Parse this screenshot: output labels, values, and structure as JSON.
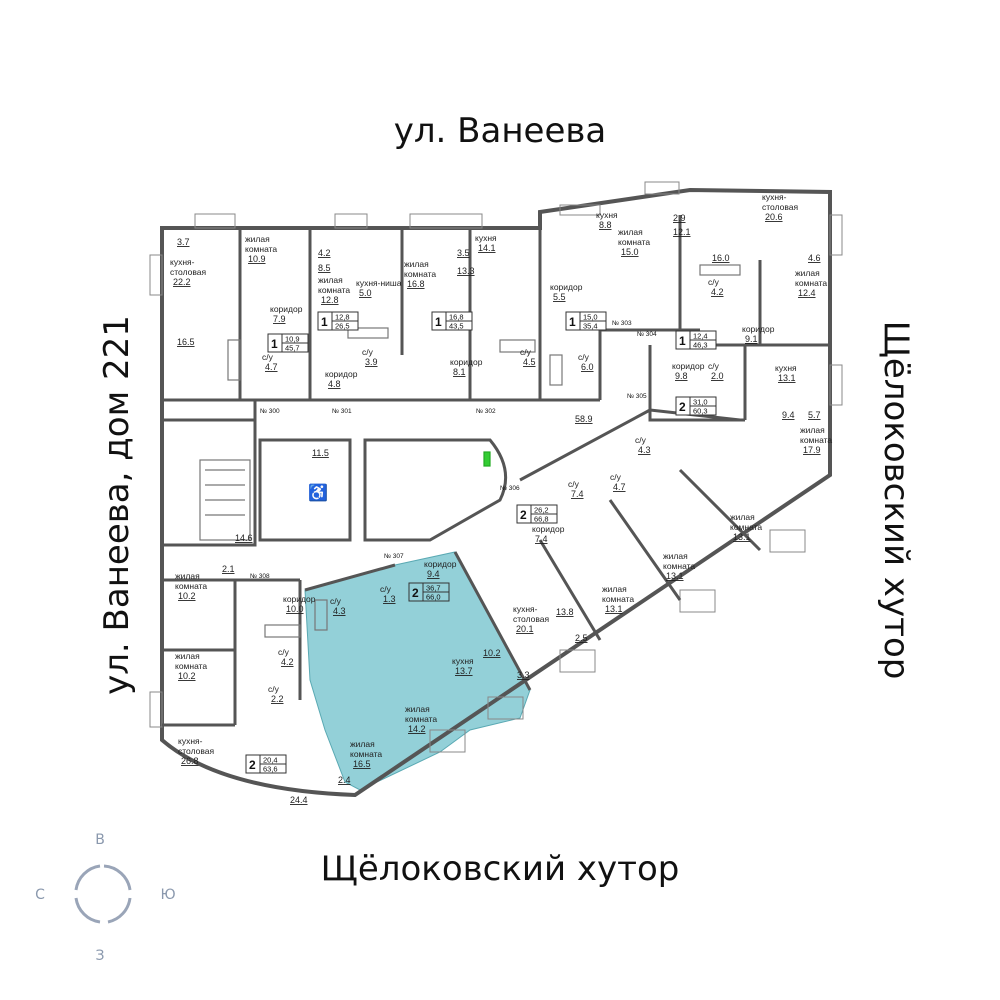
{
  "streets": {
    "north": "ул. Ванеева",
    "west": "ул. Ванеева, дом 221",
    "east": "Щёлоковский хутор",
    "south": "Щёлоковский хутор"
  },
  "compass": {
    "north": "С",
    "east": "В",
    "south": "Ю",
    "west": "З",
    "top": "В",
    "right": "Ю",
    "bottom": "З",
    "left": "С"
  },
  "colors": {
    "highlight": "#93d0d8",
    "walls": "#555555"
  },
  "common": {
    "hall_area": "58.9",
    "lobby_area": "11.5",
    "stair_area": "14.6",
    "vest_area": "2.1"
  },
  "apartment_numbers": [
    "№ 300",
    "№ 301",
    "№ 302",
    "№ 303",
    "№ 304",
    "№ 305",
    "№ 306",
    "№ 307",
    "№ 308"
  ],
  "apartments": [
    {
      "rooms": "1",
      "living": "10,9",
      "total": "45,7",
      "labels": [
        [
          "",
          "3.7"
        ],
        [
          "кухня-\nстоловая",
          "22.2"
        ],
        [
          "",
          "16.5"
        ],
        [
          "жилая\nкомната",
          "10.9"
        ],
        [
          "коридор",
          "7.9"
        ],
        [
          "с/у",
          "4.7"
        ]
      ]
    },
    {
      "rooms": "1",
      "living": "12,8",
      "total": "26,5",
      "labels": [
        [
          "",
          "4.2"
        ],
        [
          "",
          "8.5"
        ],
        [
          "жилая\nкомната",
          "12.8"
        ],
        [
          "кухня-ниша",
          "5.0"
        ],
        [
          "с/у",
          "3.9"
        ],
        [
          "коридор",
          "4.8"
        ]
      ]
    },
    {
      "rooms": "1",
      "living": "16,8",
      "total": "43,5",
      "labels": [
        [
          "",
          "3.5"
        ],
        [
          "",
          "13.3"
        ],
        [
          "жилая\nкомната",
          "16.8"
        ],
        [
          "кухня",
          "14.1"
        ],
        [
          "коридор",
          "8.1"
        ],
        [
          "с/у",
          "4.5"
        ]
      ]
    },
    {
      "rooms": "1",
      "living": "15,0",
      "total": "35,4",
      "labels": [
        [
          "кухня",
          "8.8"
        ],
        [
          "жилая\nкомната",
          "15.0"
        ],
        [
          "",
          "2.9"
        ],
        [
          "",
          "12.1"
        ],
        [
          "коридор",
          "5.5"
        ],
        [
          "с/у",
          "6.0"
        ]
      ]
    },
    {
      "rooms": "1",
      "living": "12,4",
      "total": "46,3",
      "labels": [
        [
          "кухня-\nстоловая",
          "20.6"
        ],
        [
          "",
          "16.0"
        ],
        [
          "",
          "4.6"
        ],
        [
          "с/у",
          "4.2"
        ],
        [
          "жилая\nкомната",
          "12.4"
        ],
        [
          "коридор",
          "9.1"
        ]
      ]
    },
    {
      "rooms": "2",
      "living": "31,0",
      "total": "60,3",
      "labels": [
        [
          "коридор",
          "9.8"
        ],
        [
          "с/у",
          "2.0"
        ],
        [
          "кухня",
          "13.1"
        ],
        [
          "",
          "9.4"
        ],
        [
          "",
          "5.7"
        ],
        [
          "жилая\nкомната",
          "17.9"
        ]
      ]
    },
    {
      "rooms": "2",
      "living": "26,2",
      "total": "66,8",
      "labels": [
        [
          "с/у",
          "7.4"
        ],
        [
          "с/у",
          "4.7"
        ],
        [
          "с/у",
          "4.3"
        ],
        [
          "коридор",
          "7.4"
        ],
        [
          "кухня-\nстоловая",
          "20.1"
        ],
        [
          "",
          "13.8"
        ],
        [
          "",
          "2.5"
        ],
        [
          "жилая\nкомната",
          "13.1"
        ],
        [
          "жилая\nкомната",
          "13.1"
        ],
        [
          "жилая\nкомната",
          "13.1"
        ]
      ]
    },
    {
      "rooms": "2",
      "living": "36,7",
      "total": "66,0",
      "highlighted": true,
      "labels": [
        [
          "коридор",
          "9.4"
        ],
        [
          "с/у",
          "1.3"
        ],
        [
          "с/у",
          "4.3"
        ],
        [
          "кухня",
          "13.7"
        ],
        [
          "",
          "10.2"
        ],
        [
          "",
          "3.3"
        ],
        [
          "жилая\nкомната",
          "14.2"
        ],
        [
          "жилая\nкомната",
          "16.5"
        ]
      ]
    },
    {
      "rooms": "2",
      "living": "20,4",
      "total": "63,6",
      "labels": [
        [
          "жилая\nкомната",
          "10.2"
        ],
        [
          "коридор",
          "10.0"
        ],
        [
          "с/у",
          "4.2"
        ],
        [
          "с/у",
          "2.2"
        ],
        [
          "жилая\nкомната",
          "10.2"
        ],
        [
          "кухня-\nстоловая",
          "26.8"
        ],
        [
          "",
          "2.4"
        ],
        [
          "",
          "24.4"
        ]
      ]
    }
  ]
}
